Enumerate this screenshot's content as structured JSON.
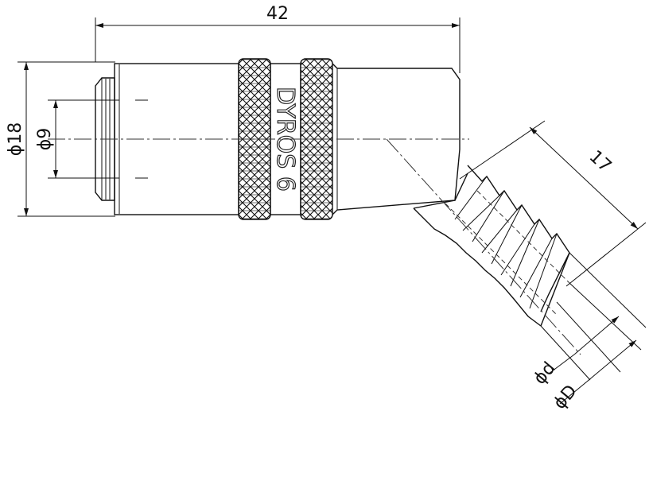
{
  "dimensions": {
    "overall_length": "42",
    "outer_diameter": "ϕ18",
    "inner_diameter": "ϕ9",
    "hose_length": "17",
    "hose_inner_diameter": "ϕd",
    "hose_outer_diameter": "ϕD"
  },
  "brand_marking": "DYROS 6",
  "colors": {
    "line": "#111111",
    "background": "#ffffff"
  }
}
